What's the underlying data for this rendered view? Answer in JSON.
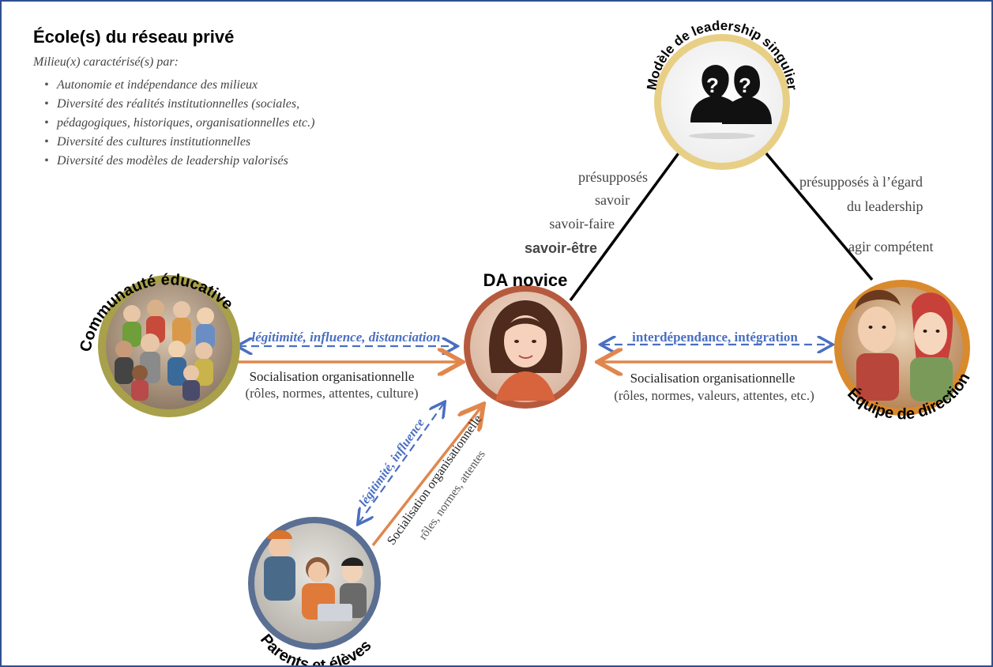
{
  "panel": {
    "title": "École(s) du réseau privé",
    "subtitle": "Milieu(x) caractérisé(s) par:",
    "bullets": [
      "Autonomie et indépendance  des milieux",
      "Diversité des réalités institutionnelles (sociales,",
      "pédagogiques, historiques, organisationnelles etc.)",
      "Diversité des cultures institutionnelles",
      "Diversité des modèles de leadership valorisés"
    ]
  },
  "nodes": {
    "model": "Modèle de leadership singulier",
    "novice": "DA novice",
    "community": "Communauté éducative",
    "team": "Équipe de direction",
    "parents": "Parents et élèves"
  },
  "left_edge": {
    "dashed_label": "légitimité, influence, distanciation",
    "solid_label": "Socialisation organisationnelle",
    "solid_sub": "(rôles, normes, attentes, culture)"
  },
  "right_edge": {
    "dashed_label": "interdépendance, intégration",
    "solid_label": "Socialisation organisationnelle",
    "solid_sub": "(rôles, normes, valeurs, attentes, etc.)"
  },
  "bottom_edge": {
    "dashed_label": "légitimité, influence",
    "solid_label": "Socialisation organisationnelle",
    "solid_sub": "rôles, normes, attentes"
  },
  "top_left_edge": {
    "lines": [
      "présupposés",
      "savoir",
      "savoir-faire"
    ],
    "bold_line": "savoir-être"
  },
  "top_right_edge": {
    "lines": [
      "présupposés à l’égard",
      "du leadership"
    ],
    "extra": "agir compétent"
  },
  "colors": {
    "frame": "#2f4f8f",
    "orange": "#e0874d",
    "blue": "#4a6fc1",
    "community_ring": "#a8a04a",
    "team_ring": "#d98a2c",
    "novice_ring": "#b65a3e",
    "parents_ring": "#5a6f92",
    "model_ring": "#e8cf86"
  }
}
